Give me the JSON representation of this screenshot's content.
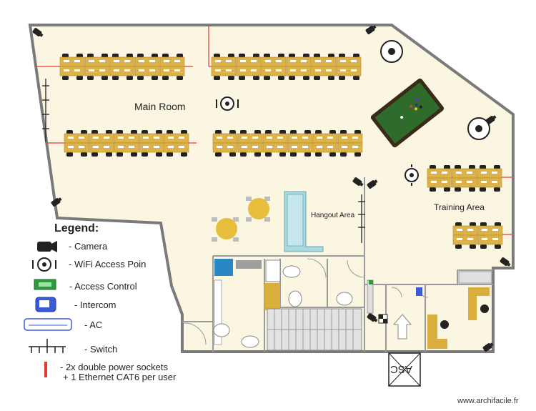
{
  "rooms": {
    "main": "Main Room",
    "hangout": "Hangout Area",
    "training": "Training Area"
  },
  "legend": {
    "title": "Legend:",
    "items": [
      {
        "icon": "camera-icon",
        "label": "- Camera"
      },
      {
        "icon": "wifi-access-point-icon",
        "label": "- WiFi Access Poin"
      },
      {
        "icon": "access-control-icon",
        "label": "- Access Control"
      },
      {
        "icon": "intercom-icon",
        "label": "- Intercom"
      },
      {
        "icon": "ac-icon",
        "label": "- AC"
      },
      {
        "icon": "switch-icon",
        "label": "- Switch"
      }
    ],
    "power_line1": "- 2x double power sockets",
    "power_line2": "+ 1 Ethernet CAT6 per user"
  },
  "elevator_label": "ASC",
  "watermark": "www.archifacile.fr",
  "colors": {
    "floor": "#fbf6e1",
    "wall": "#7a7a7a",
    "desk": "#dcb24a",
    "power_line": "#e53935",
    "pool_table": "#2f6b2a",
    "sofa": "#a8d8e0",
    "round_table": "#e6bd3c"
  }
}
